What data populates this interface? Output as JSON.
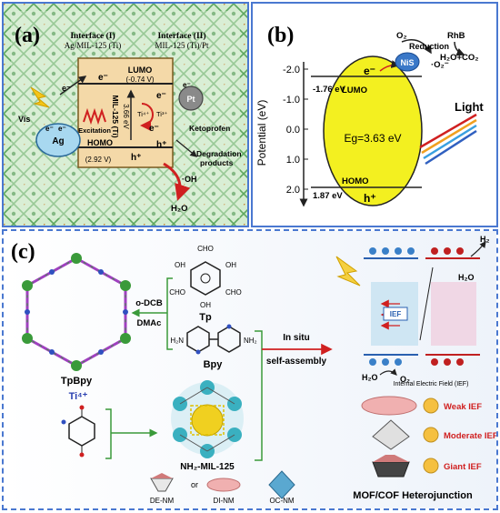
{
  "panel_a": {
    "label": "(a)",
    "interface1": "Interface (I)",
    "interface1_sub": "Ag/MIL-125 (Ti)",
    "interface2": "Interface (II)",
    "interface2_sub": "MIL-125 (Ti)/Pt",
    "lumo": "LUMO",
    "lumo_val": "(-0.74 V)",
    "homo": "HOMO",
    "homo_val": "(2.92 V)",
    "mof": "MIL-125 (Ti)",
    "gap": "3.66 eV",
    "excitation": "Excitation",
    "ti4": "Ti⁴⁺",
    "ti3": "Ti³⁺",
    "ag": "Ag",
    "pt": "Pt",
    "vis": "Vis",
    "electron": "e⁻",
    "hole": "h⁺",
    "ketoprofen": "Ketoprofen",
    "degradation1": "Degradation",
    "degradation2": "products",
    "oh": "·OH",
    "water": "H₂O"
  },
  "panel_b": {
    "label": "(b)",
    "ylabel": "Potential (eV)",
    "ticks": [
      "-2.0",
      "-1.0",
      "0.0",
      "1.0",
      "2.0"
    ],
    "lumo_level": "-1.76 eV",
    "homo_level": "1.87 eV",
    "lumo": "LUMO",
    "homo": "HOMO",
    "gap": "Eg=3.63 eV",
    "electron": "e⁻",
    "hole": "h⁺",
    "nis": "NiS",
    "o2": "O₂",
    "reduction": "Reduction",
    "superoxide": "·O₂⁻",
    "rhb": "RhB",
    "products": "H₂O+CO₂",
    "light": "Light"
  },
  "panel_c": {
    "label": "(c)",
    "tp": "Tp",
    "bpy": "Bpy",
    "tpbpy": "TpBpy",
    "solvent1": "o-DCB",
    "solvent2": "DMAc",
    "ti4": "Ti⁴⁺",
    "mof": "NH₂-MIL-125",
    "insitu": "In situ",
    "selfassembly": "self-assembly",
    "ief_box": "IEF",
    "ief_title": "Internal Electric Field (IEF)",
    "weak": "Weak IEF",
    "moderate": "Moderate IEF",
    "giant": "Giant IEF",
    "h2": "H₂",
    "h2o": "H₂O",
    "h2o_b": "H₂O",
    "o2": "O₂",
    "de": "DE-NM",
    "di": "DI-NM",
    "oc": "OC-NM",
    "or": "or",
    "heterojunction": "MOF/COF Heterojunction",
    "cho": "CHO",
    "oh": "OH",
    "nh2": "NH₂",
    "h2n": "H₂N"
  }
}
